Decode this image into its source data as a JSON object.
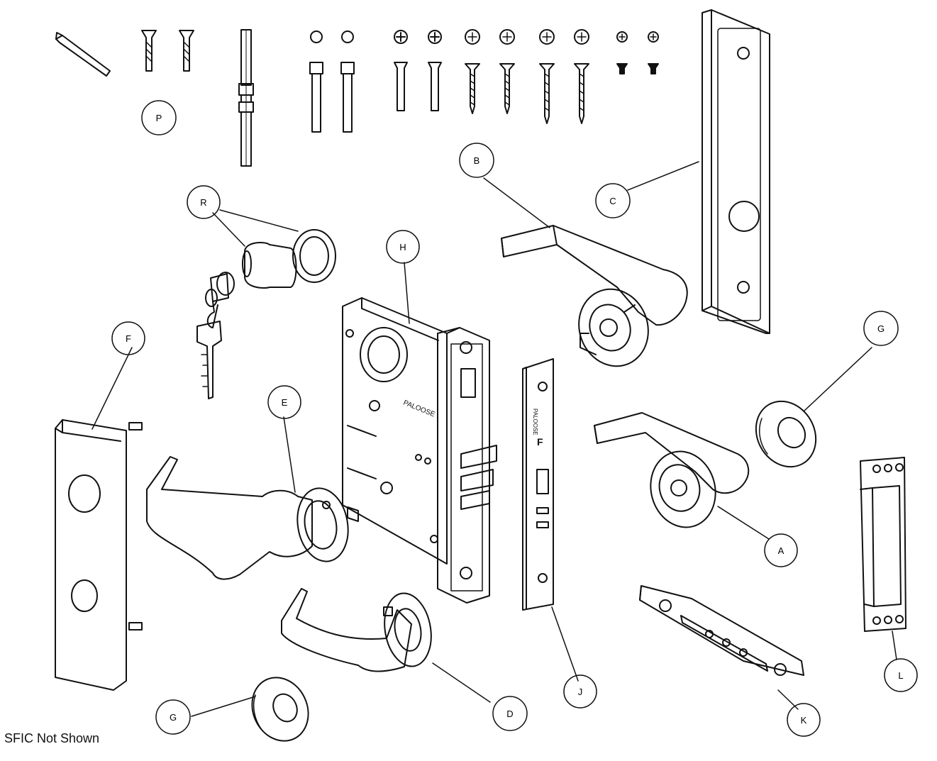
{
  "note": "SFIC Not Shown",
  "callouts": {
    "A": "A",
    "B": "B",
    "C": "C",
    "D": "D",
    "E": "E",
    "F": "F",
    "G_top": "G",
    "G_bottom": "G",
    "H": "H",
    "J": "J",
    "K": "K",
    "L": "L",
    "P": "P",
    "R": "R"
  },
  "parts_text": {
    "mortise_brand": "PALOOSE",
    "faceplate_brand": "PALOOSE",
    "faceplate_letter": "F"
  }
}
